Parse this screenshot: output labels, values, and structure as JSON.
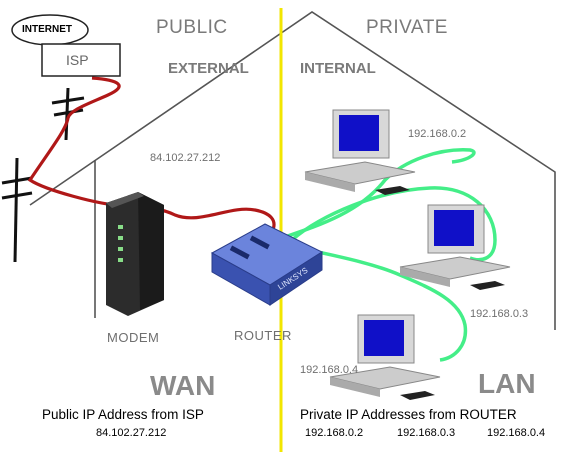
{
  "labels": {
    "internet": "INTERNET",
    "isp": "ISP",
    "public": "PUBLIC",
    "private": "PRIVATE",
    "external": "EXTERNAL",
    "internal": "INTERNAL",
    "modem_ip": "84.102.27.212",
    "modem": "MODEM",
    "router": "ROUTER",
    "wan": "WAN",
    "lan": "LAN",
    "pc1_ip": "192.168.0.2",
    "pc2_ip": "192.168.0.3",
    "pc3_ip": "192.168.0.4",
    "wan_caption": "Public IP Address from ISP",
    "wan_caption_ip": "84.102.27.212",
    "lan_caption": "Private IP Addresses from ROUTER",
    "lan_ip_1": "192.168.0.2",
    "lan_ip_2": "192.168.0.3",
    "lan_ip_3": "192.168.0.4",
    "router_brand": "LINKSYS"
  },
  "colors": {
    "divider": "#f2e600",
    "wan_cable": "#b01818",
    "lan_cable": "#44ee88",
    "router_body": "#4a64c8",
    "modem_body": "#2c2c2c",
    "monitor_screen": "#1010c8",
    "outline": "#333333"
  },
  "icons": [
    "cloud-icon",
    "isp-box-icon",
    "utility-pole-icon",
    "modem-icon",
    "router-icon",
    "computer-icon"
  ]
}
